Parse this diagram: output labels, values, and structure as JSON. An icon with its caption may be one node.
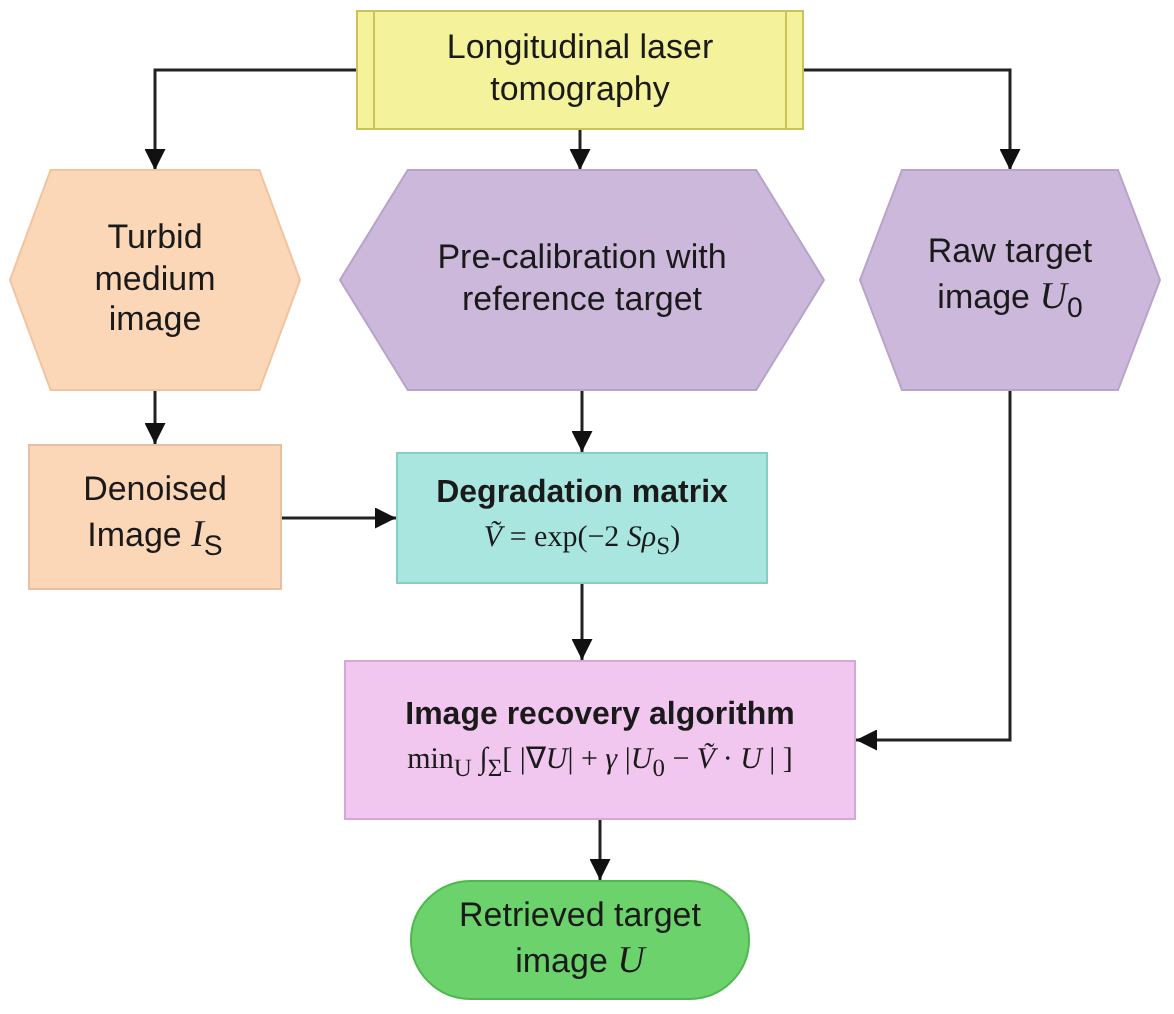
{
  "diagram": {
    "nodes": [
      {
        "text": [
          "Longitudinal laser tomography"
        ]
      },
      {
        "text": [
          "Turbid medium image"
        ]
      },
      {
        "text": [
          "Pre-calibration with reference target"
        ]
      },
      {
        "text": [
          "Raw target image *U*$_{0}$"
        ]
      },
      {
        "text": [
          "Denoised Image *I*$_{S}$"
        ]
      },
      {
        "text": [
          "Degradation matrix",
          "*Ṽ* = exp(−2 *Sρ*$_{S}$)"
        ]
      },
      {
        "text": [
          "Image recovery algorithm",
          "min$_{U}$ ∫$_{Σ}$[ |∇*U*| + *γ* |*U*$_{0}$ − *Ṽ* · *U* | ]"
        ]
      },
      {
        "text": [
          "Retrieved target image *U*"
        ]
      }
    ],
    "edges": [
      {
        "from": 0,
        "to": 1,
        "arrow": "to"
      },
      {
        "from": 0,
        "to": 2,
        "arrow": "to"
      },
      {
        "from": 0,
        "to": 3,
        "arrow": "to"
      },
      {
        "from": 1,
        "to": 4,
        "arrow": "to"
      },
      {
        "from": 2,
        "to": 5,
        "arrow": "to"
      },
      {
        "from": 4,
        "to": 5,
        "arrow": "to"
      },
      {
        "from": 3,
        "to": 6,
        "arrow": "to"
      },
      {
        "from": 5,
        "to": 6,
        "arrow": "to"
      },
      {
        "from": 6,
        "to": 7,
        "arrow": "to"
      }
    ]
  }
}
